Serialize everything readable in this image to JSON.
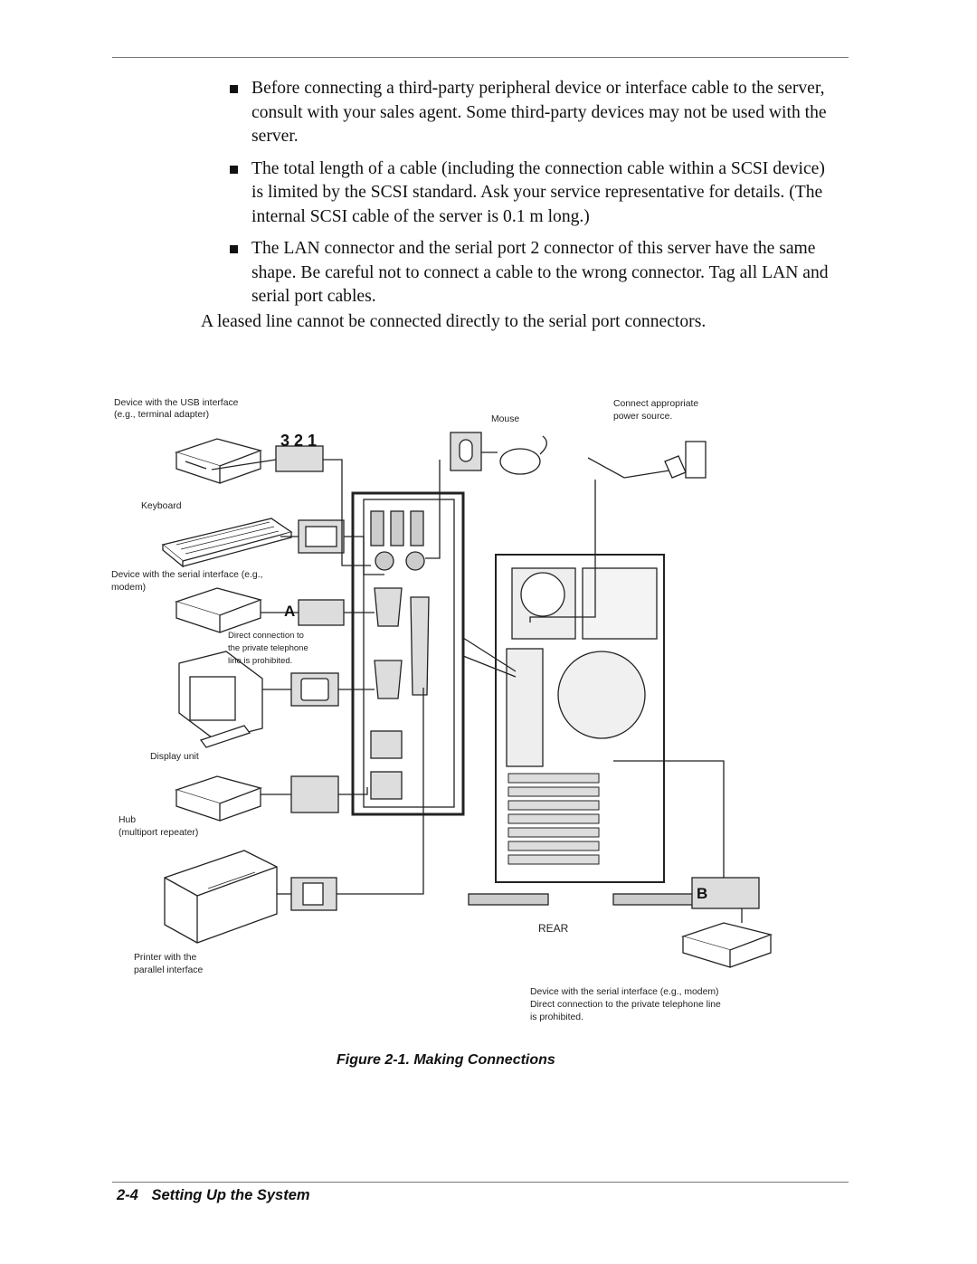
{
  "bullets": [
    "Before connecting a third-party peripheral device or interface cable to the server, consult with your sales agent. Some third-party devices may not be used with the server.",
    "The total length of a cable (including the connection cable within a SCSI device) is limited by the SCSI standard. Ask your service representative for details. (The internal SCSI cable of the server is 0.1 m long.)",
    "The LAN connector and the serial port 2 connector of this server have the same shape. Be careful not to connect a cable to the wrong connector. Tag all LAN and serial port cables."
  ],
  "paragraph": "A leased line cannot be connected directly to the serial port connectors.",
  "figure": {
    "labels": {
      "usb_1": "Device with the USB interface",
      "usb_2": "(e.g., terminal adapter)",
      "mouse": "Mouse",
      "power_1": "Connect appropriate",
      "power_2": "power source.",
      "keyboard": "Keyboard",
      "serial_a_1": "Device with the serial interface (e.g.,",
      "serial_a_2": "modem)",
      "direct_1": "Direct connection to",
      "direct_2": "the private telephone",
      "direct_3": "line is prohibited.",
      "display": "Display unit",
      "hub_1": "Hub",
      "hub_2": "(multiport repeater)",
      "printer_1": "Printer with the",
      "printer_2": "parallel interface",
      "rear": "REAR",
      "serial_b_1": "Device with the serial interface (e.g., modem)",
      "serial_b_2": "Direct connection to the private telephone line",
      "serial_b_3": "is prohibited."
    },
    "port_marks": {
      "usb_numbers": "3 2 1",
      "serial_a": "A",
      "serial_b": "B"
    }
  },
  "caption": "Figure 2-1. Making Connections",
  "footer": {
    "page_number": "2-4",
    "section_title": "Setting Up the System"
  }
}
